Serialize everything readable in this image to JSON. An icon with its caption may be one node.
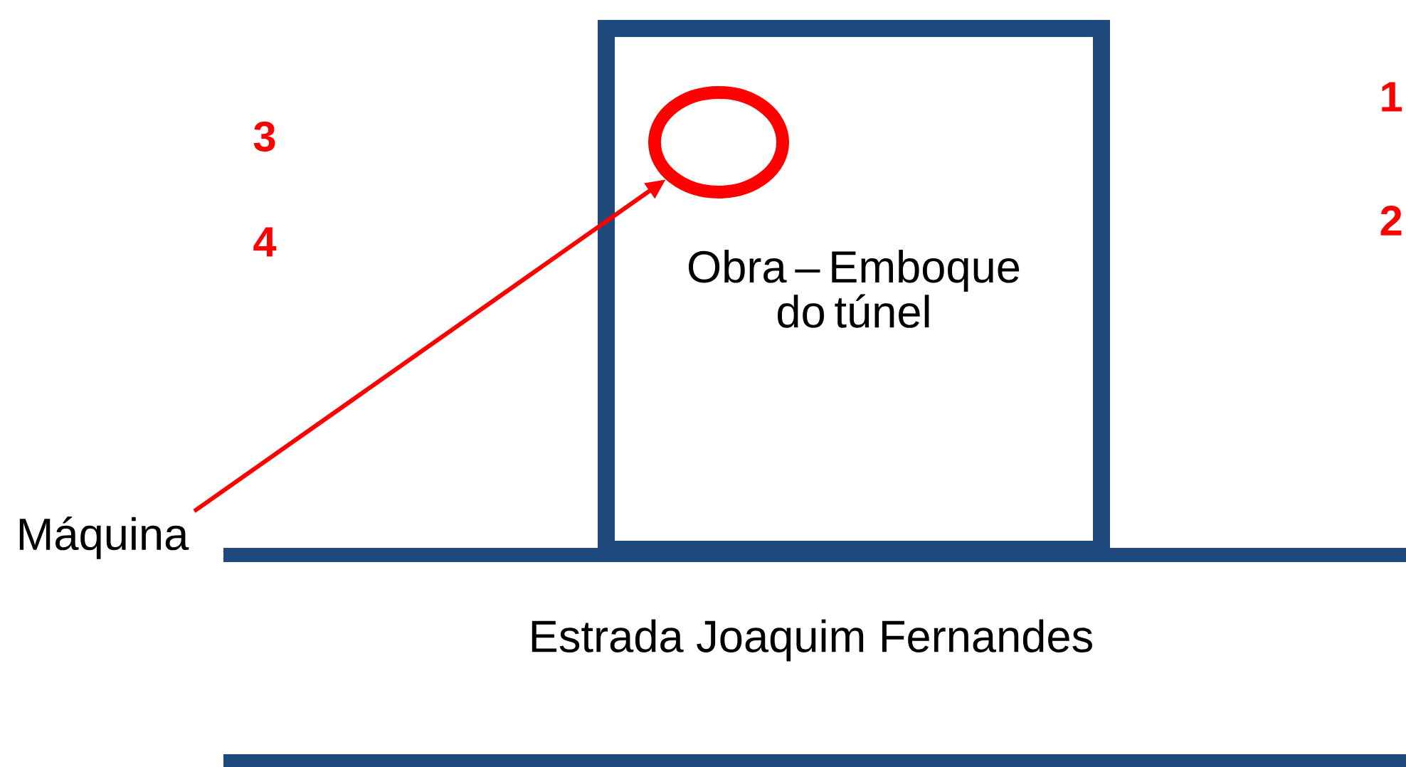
{
  "diagram": {
    "nodes": [
      {
        "text": [
          "Obra – Emboque do túnel"
        ]
      },
      {
        "text": [],
        "shape": "circle",
        "in": 0
      },
      {
        "text": [
          "Máquina"
        ]
      }
    ],
    "edges": [
      {
        "from": 2,
        "to": 1,
        "arrow": "to",
        "color": "#ff0000"
      }
    ],
    "labels": [
      "3",
      "4",
      "1",
      "2",
      "Estrada Joaquim Fernandes"
    ]
  }
}
